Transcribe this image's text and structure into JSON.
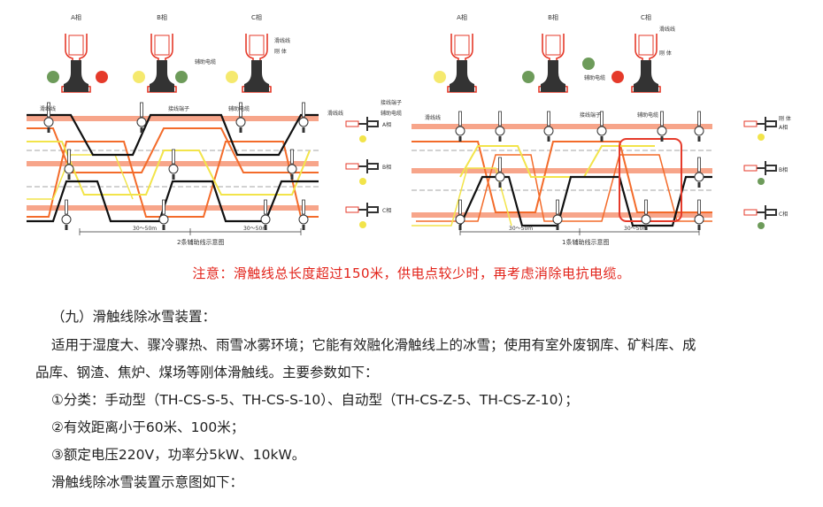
{
  "diagram": {
    "left_caption": "2条辅助线示意图",
    "right_caption": "1条辅助线示意图",
    "span_label": "30～50m",
    "phase_labels": [
      "A相",
      "B相",
      "C相"
    ],
    "component_labels": {
      "slide_line": "滑线线",
      "body": "刚 体",
      "aux_cable": "辅助电缆",
      "clamp": "接线端子"
    },
    "colors": {
      "black": "#111111",
      "orange": "#f36b2a",
      "salmon": "#f7a58a",
      "yellow": "#f2e44a",
      "red": "#e53a2a",
      "green": "#6d9b5a"
    }
  },
  "notice": "注意：滑触线总长度超过150米，供电点较少时，再考虑消除电抗电缆。",
  "content": {
    "heading": "（九）滑触线除冰雪装置：",
    "para1_line1": "适用于湿度大、骤冷骤热、雨雪冰雾环境；它能有效融化滑触线上的冰雪；使用有室外废钢库、矿料库、成",
    "para1_line2": "品库、钢渣、焦炉、煤场等刚体滑触线。主要参数如下：",
    "item1": "①分类：手动型（TH-CS-S-5、TH-CS-S-10）、自动型（TH-CS-Z-5、TH-CS-Z-10）；",
    "item2": "②有效距离小于60米、100米；",
    "item3": "③额定电压220V，功率分5kW、10kW。",
    "closing": "滑触线除冰雪装置示意图如下："
  }
}
